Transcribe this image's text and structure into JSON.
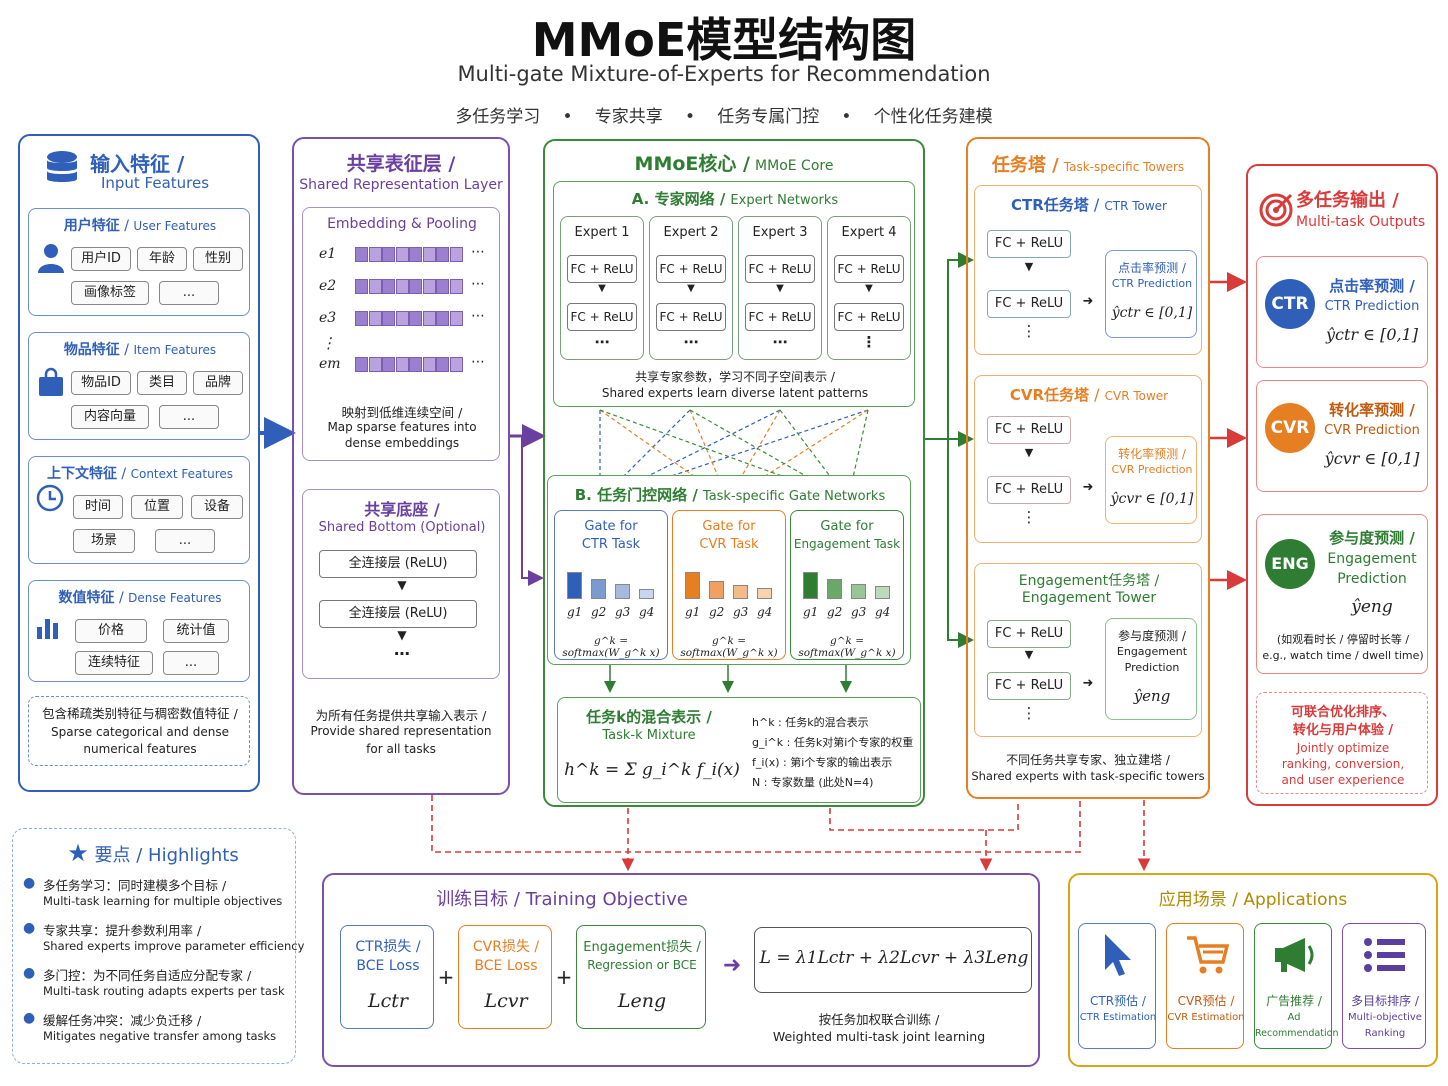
{
  "header": {
    "title": "MMoE模型结构图",
    "subtitle": "Multi-gate Mixture-of-Experts for Recommendation",
    "tags": [
      "多任务学习",
      "专家共享",
      "任务专属门控",
      "个性化任务建模"
    ]
  },
  "colors": {
    "blue": "#2f5fb8",
    "purple": "#7a4fb0",
    "green": "#3b8a3b",
    "orange": "#e67e22",
    "red": "#d93a3a",
    "gold": "#d9a514"
  },
  "input": {
    "title": "输入特征 /",
    "title_en": "Input Features",
    "user": {
      "title": "用户特征",
      "title_en": "User Features",
      "chips": [
        "用户ID",
        "年龄",
        "性别",
        "画像标签",
        "..."
      ]
    },
    "item": {
      "title": "物品特征",
      "title_en": "Item Features",
      "chips": [
        "物品ID",
        "类目",
        "品牌",
        "内容向量",
        "..."
      ]
    },
    "context": {
      "title": "上下文特征",
      "title_en": "Context Features",
      "chips": [
        "时间",
        "位置",
        "设备",
        "场景",
        "..."
      ]
    },
    "dense": {
      "title": "数值特征",
      "title_en": "Dense Features",
      "chips": [
        "价格",
        "统计值",
        "连续特征",
        "..."
      ]
    },
    "note_cn": "包含稀疏类别特征与稠密数值特征 /",
    "note_en1": "Sparse categorical and dense",
    "note_en2": "numerical features"
  },
  "shared": {
    "title": "共享表征层 /",
    "title_en": "Shared Representation Layer",
    "embed_title": "Embedding & Pooling",
    "embed_labels": [
      "e1",
      "e2",
      "e3",
      "em"
    ],
    "embed_note_cn": "映射到低维连续空间 /",
    "embed_note_en1": "Map sparse features into",
    "embed_note_en2": "dense embeddings",
    "bottom_title": "共享底座 /",
    "bottom_title_en": "Shared Bottom (Optional)",
    "bottom_layers": [
      "全连接层 (ReLU)",
      "全连接层 (ReLU)"
    ],
    "note_cn": "为所有任务提供共享输入表示 /",
    "note_en1": "Provide shared representation",
    "note_en2": "for all tasks"
  },
  "core": {
    "title": "MMoE核心 /",
    "title_en": "MMoE Core",
    "experts_title": "A. 专家网络 /",
    "experts_title_en": "Expert Networks",
    "experts": [
      "Expert 1",
      "Expert 2",
      "Expert 3",
      "Expert 4"
    ],
    "fc_label": "FC + ReLU",
    "experts_note_cn": "共享专家参数，学习不同子空间表示 /",
    "experts_note_en": "Shared experts learn diverse latent patterns",
    "gates_title": "B. 任务门控网络 /",
    "gates_title_en": "Task-specific Gate Networks",
    "gates": [
      {
        "line1": "Gate for",
        "line2": "CTR Task"
      },
      {
        "line1": "Gate for",
        "line2": "CVR Task"
      },
      {
        "line1": "Gate for",
        "line2": "Engagement Task"
      }
    ],
    "gate_weights": [
      [
        0.95,
        0.7,
        0.55,
        0.35
      ],
      [
        0.95,
        0.65,
        0.5,
        0.4
      ],
      [
        0.95,
        0.7,
        0.55,
        0.45
      ]
    ],
    "gate_labels": [
      "g1",
      "g2",
      "g3",
      "g4"
    ],
    "gate_formula": "g^k = softmax(W_g^k x)",
    "mix_title": "任务k的混合表示 /",
    "mix_title_en": "Task-k Mixture",
    "mix_formula": "h^k = Σ g_i^k f_i(x)",
    "legend": [
      "h^k :  任务k的混合表示",
      "g_i^k :  任务k对第i个专家的权重",
      "f_i(x) :  第i个专家的输出表示",
      "N :  专家数量 (此处N=4)"
    ]
  },
  "towers": {
    "title": "任务塔 /",
    "title_en": "Task-specific Towers",
    "ctr": {
      "title": "CTR任务塔",
      "title_en": "CTR Tower",
      "pred_cn": "点击率预测 /",
      "pred_en": "CTR Prediction",
      "out": "ŷctr ∈ [0,1]"
    },
    "cvr": {
      "title": "CVR任务塔",
      "title_en": "CVR Tower",
      "pred_cn": "转化率预测 /",
      "pred_en": "CVR Prediction",
      "out": "ŷcvr ∈ [0,1]"
    },
    "eng": {
      "title": "Engagement任务塔 /",
      "title_en": "Engagement Tower",
      "pred_cn": "参与度预测 /",
      "pred_en1": "Engagement",
      "pred_en2": "Prediction",
      "out": "ŷeng"
    },
    "fc_label": "FC + ReLU",
    "note_cn": "不同任务共享专家、独立建塔 /",
    "note_en": "Shared experts with task-specific towers"
  },
  "outputs": {
    "title": "多任务输出 /",
    "title_en": "Multi-task Outputs",
    "ctr": {
      "badge": "CTR",
      "cn": "点击率预测 /",
      "en": "CTR Prediction",
      "out": "ŷctr ∈ [0,1]"
    },
    "cvr": {
      "badge": "CVR",
      "cn": "转化率预测 /",
      "en": "CVR Prediction",
      "out": "ŷcvr ∈ [0,1]"
    },
    "eng": {
      "badge": "ENG",
      "cn": "参与度预测 /",
      "en1": "Engagement",
      "en2": "Prediction",
      "out": "ŷeng",
      "note1": "(如观看时长 / 停留时长等 /",
      "note2": "e.g., watch time / dwell time)"
    },
    "joint_cn1": "可联合优化排序、",
    "joint_cn2": "转化与用户体验 /",
    "joint_en1": "Jointly optimize",
    "joint_en2": "ranking, conversion,",
    "joint_en3": "and user experience"
  },
  "highlights": {
    "title": "要点 / Highlights",
    "items": [
      {
        "cn": "多任务学习：同时建模多个目标 /",
        "en": "Multi-task learning for multiple objectives"
      },
      {
        "cn": "专家共享：提升参数利用率 /",
        "en": "Shared experts improve parameter efficiency"
      },
      {
        "cn": "多门控：为不同任务自适应分配专家 /",
        "en": "Multi-task routing adapts experts per task"
      },
      {
        "cn": "缓解任务冲突：减少负迁移 /",
        "en": "Mitigates negative transfer among tasks"
      }
    ]
  },
  "training": {
    "title": "训练目标 / Training Objective",
    "ctr": {
      "l1": "CTR损失 /",
      "l2": "BCE Loss",
      "sym": "Lctr"
    },
    "cvr": {
      "l1": "CVR损失 /",
      "l2": "BCE Loss",
      "sym": "Lcvr"
    },
    "eng": {
      "l1": "Engagement损失 /",
      "l2": "Regression or BCE",
      "sym": "Leng"
    },
    "formula": "L = λ1Lctr + λ2Lcvr + λ3Leng",
    "note_cn": "按任务加权联合训练 /",
    "note_en": "Weighted multi-task joint learning"
  },
  "applications": {
    "title": "应用场景 / Applications",
    "items": [
      {
        "cn": "CTR预估 /",
        "en1": "CTR Estimation",
        "en2": "",
        "icon": "cursor-icon"
      },
      {
        "cn": "CVR预估 /",
        "en1": "CVR Estimation",
        "en2": "",
        "icon": "cart-icon"
      },
      {
        "cn": "广告推荐 /",
        "en1": "Ad",
        "en2": "Recommendation",
        "icon": "megaphone-icon"
      },
      {
        "cn": "多目标排序 /",
        "en1": "Multi-objective",
        "en2": "Ranking",
        "icon": "list-icon"
      }
    ]
  }
}
